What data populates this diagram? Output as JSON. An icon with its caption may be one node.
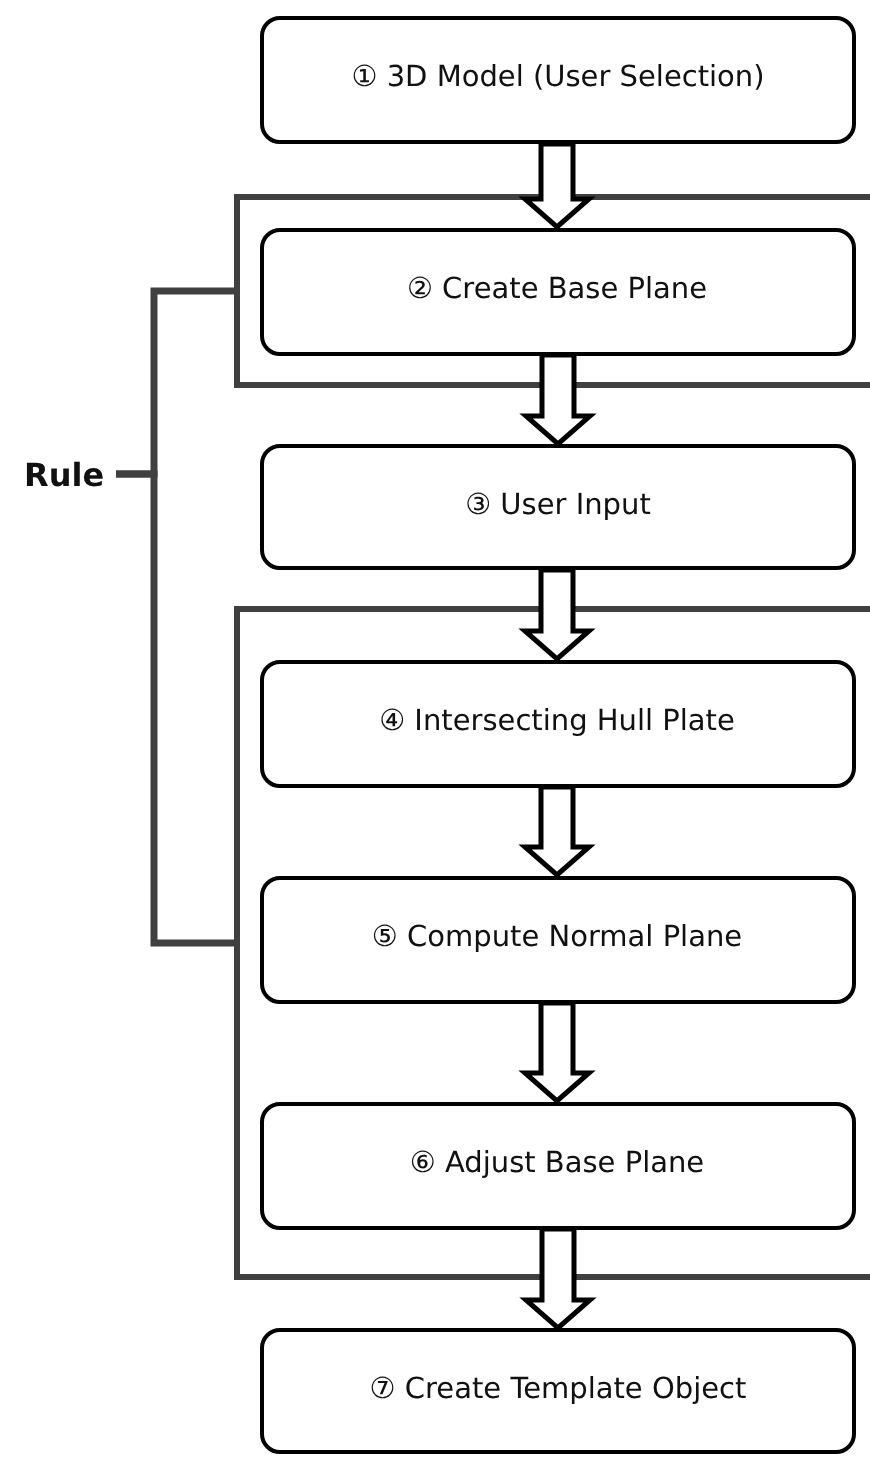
{
  "diagram": {
    "nodes": [
      {
        "text": [
          "① 3D Model (User Selection)"
        ]
      },
      {
        "text": [],
        "shape": "box"
      },
      {
        "text": [
          "② Create Base Plane"
        ],
        "in": 1
      },
      {
        "text": [
          "Rule"
        ]
      },
      {
        "text": [
          "③ User Input"
        ]
      },
      {
        "text": [],
        "shape": "box"
      },
      {
        "text": [
          "④ Intersecting Hull Plate"
        ],
        "in": 5
      },
      {
        "text": [
          "⑤ Compute Normal Plane"
        ],
        "in": 5
      },
      {
        "text": [
          "⑥ Adjust Base Plane"
        ],
        "in": 5
      },
      {
        "text": [
          "⑦ Create Template Object"
        ]
      }
    ],
    "edges": [
      {
        "from": 0,
        "to": 2,
        "arrow": "to"
      },
      {
        "from": 2,
        "to": 4,
        "arrow": "to"
      },
      {
        "from": 4,
        "to": 6,
        "arrow": "to"
      },
      {
        "from": 6,
        "to": 7,
        "arrow": "to"
      },
      {
        "from": 7,
        "to": 8,
        "arrow": "to"
      },
      {
        "from": 8,
        "to": 9,
        "arrow": "to"
      },
      {
        "from": 3,
        "to": 1,
        "arrow": "none",
        "color": "#404040"
      },
      {
        "from": 3,
        "to": 5,
        "arrow": "none",
        "color": "#404040"
      }
    ]
  }
}
